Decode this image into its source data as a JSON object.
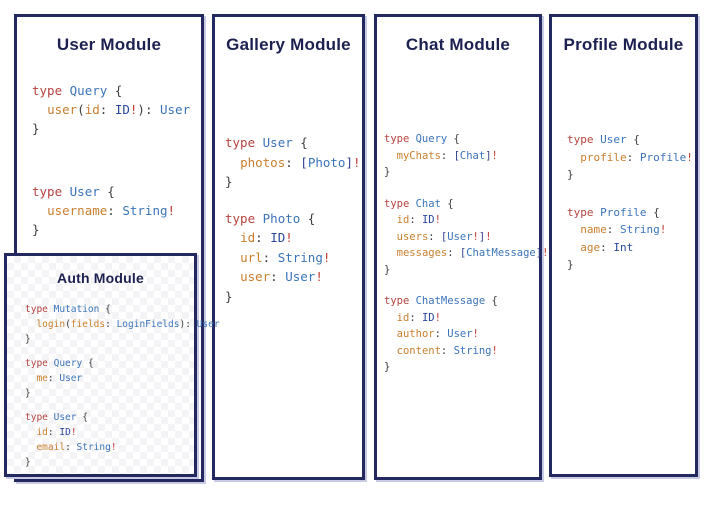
{
  "palette": {
    "kw": "#b5433e",
    "tn": "#3a74b9",
    "sc": "#28489e",
    "fd": "#c97f2e",
    "bg": "#c23b34",
    "pn": "#3d3d3d",
    "bk": "#32418c",
    "border": "#23285f",
    "title": "#1c2151",
    "shadow": "#c9cbe4",
    "canvas": "#ffffff"
  },
  "modules": {
    "user": {
      "title": "User Module",
      "blocks": [
        [
          [
            [
              "kw",
              "type "
            ],
            [
              "tn",
              "Query "
            ],
            [
              "pn",
              "{"
            ]
          ],
          [
            [
              "pn",
              "  "
            ],
            [
              "fd",
              "user"
            ],
            [
              "pn",
              "("
            ],
            [
              "fd",
              "id"
            ],
            [
              "pn",
              ": "
            ],
            [
              "sc",
              "ID"
            ],
            [
              "bg",
              "!"
            ],
            [
              "pn",
              "): "
            ],
            [
              "tn",
              "User"
            ]
          ],
          [
            [
              "pn",
              "}"
            ]
          ]
        ],
        [
          [
            [
              "kw",
              "type "
            ],
            [
              "tn",
              "User "
            ],
            [
              "pn",
              "{"
            ]
          ],
          [
            [
              "pn",
              "  "
            ],
            [
              "fd",
              "username"
            ],
            [
              "pn",
              ": "
            ],
            [
              "tn",
              "String"
            ],
            [
              "bg",
              "!"
            ]
          ],
          [
            [
              "pn",
              "}"
            ]
          ]
        ]
      ]
    },
    "auth": {
      "title": "Auth Module",
      "blocks": [
        [
          [
            [
              "kw",
              "type "
            ],
            [
              "tn",
              "Mutation "
            ],
            [
              "pn",
              "{"
            ]
          ],
          [
            [
              "pn",
              "  "
            ],
            [
              "fd",
              "login"
            ],
            [
              "pn",
              "("
            ],
            [
              "fd",
              "fields"
            ],
            [
              "pn",
              ": "
            ],
            [
              "tn",
              "LoginFields"
            ],
            [
              "pn",
              "): "
            ],
            [
              "tn",
              "User"
            ]
          ],
          [
            [
              "pn",
              "}"
            ]
          ]
        ],
        [
          [
            [
              "kw",
              "type "
            ],
            [
              "tn",
              "Query "
            ],
            [
              "pn",
              "{"
            ]
          ],
          [
            [
              "pn",
              "  "
            ],
            [
              "fd",
              "me"
            ],
            [
              "pn",
              ": "
            ],
            [
              "tn",
              "User"
            ]
          ],
          [
            [
              "pn",
              "}"
            ]
          ]
        ],
        [
          [
            [
              "kw",
              "type "
            ],
            [
              "tn",
              "User "
            ],
            [
              "pn",
              "{"
            ]
          ],
          [
            [
              "pn",
              "  "
            ],
            [
              "fd",
              "id"
            ],
            [
              "pn",
              ": "
            ],
            [
              "sc",
              "ID"
            ],
            [
              "bg",
              "!"
            ]
          ],
          [
            [
              "pn",
              "  "
            ],
            [
              "fd",
              "email"
            ],
            [
              "pn",
              ": "
            ],
            [
              "tn",
              "String"
            ],
            [
              "bg",
              "!"
            ]
          ],
          [
            [
              "pn",
              "}"
            ]
          ]
        ]
      ]
    },
    "gallery": {
      "title": "Gallery Module",
      "blocks": [
        [
          [
            [
              "kw",
              "type "
            ],
            [
              "tn",
              "User "
            ],
            [
              "pn",
              "{"
            ]
          ],
          [
            [
              "pn",
              "  "
            ],
            [
              "fd",
              "photos"
            ],
            [
              "pn",
              ": "
            ],
            [
              "bk",
              "["
            ],
            [
              "tn",
              "Photo"
            ],
            [
              "bk",
              "]"
            ],
            [
              "bg",
              "!"
            ]
          ],
          [
            [
              "pn",
              "}"
            ]
          ]
        ],
        [
          [
            [
              "kw",
              "type "
            ],
            [
              "tn",
              "Photo "
            ],
            [
              "pn",
              "{"
            ]
          ],
          [
            [
              "pn",
              "  "
            ],
            [
              "fd",
              "id"
            ],
            [
              "pn",
              ": "
            ],
            [
              "sc",
              "ID"
            ],
            [
              "bg",
              "!"
            ]
          ],
          [
            [
              "pn",
              "  "
            ],
            [
              "fd",
              "url"
            ],
            [
              "pn",
              ": "
            ],
            [
              "tn",
              "String"
            ],
            [
              "bg",
              "!"
            ]
          ],
          [
            [
              "pn",
              "  "
            ],
            [
              "fd",
              "user"
            ],
            [
              "pn",
              ": "
            ],
            [
              "tn",
              "User"
            ],
            [
              "bg",
              "!"
            ]
          ],
          [
            [
              "pn",
              "}"
            ]
          ]
        ]
      ]
    },
    "chat": {
      "title": "Chat Module",
      "blocks": [
        [
          [
            [
              "kw",
              "type "
            ],
            [
              "tn",
              "Query "
            ],
            [
              "pn",
              "{"
            ]
          ],
          [
            [
              "pn",
              "  "
            ],
            [
              "fd",
              "myChats"
            ],
            [
              "pn",
              ": "
            ],
            [
              "bk",
              "["
            ],
            [
              "tn",
              "Chat"
            ],
            [
              "bk",
              "]"
            ],
            [
              "bg",
              "!"
            ]
          ],
          [
            [
              "pn",
              "}"
            ]
          ]
        ],
        [
          [
            [
              "kw",
              "type "
            ],
            [
              "tn",
              "Chat "
            ],
            [
              "pn",
              "{"
            ]
          ],
          [
            [
              "pn",
              "  "
            ],
            [
              "fd",
              "id"
            ],
            [
              "pn",
              ": "
            ],
            [
              "sc",
              "ID"
            ],
            [
              "bg",
              "!"
            ]
          ],
          [
            [
              "pn",
              "  "
            ],
            [
              "fd",
              "users"
            ],
            [
              "pn",
              ": "
            ],
            [
              "bk",
              "["
            ],
            [
              "tn",
              "User"
            ],
            [
              "bg",
              "!"
            ],
            [
              "bk",
              "]"
            ],
            [
              "bg",
              "!"
            ]
          ],
          [
            [
              "pn",
              "  "
            ],
            [
              "fd",
              "messages"
            ],
            [
              "pn",
              ": "
            ],
            [
              "bk",
              "["
            ],
            [
              "tn",
              "ChatMessage"
            ],
            [
              "bk",
              "]"
            ],
            [
              "bg",
              "!"
            ]
          ],
          [
            [
              "pn",
              "}"
            ]
          ]
        ],
        [
          [
            [
              "kw",
              "type "
            ],
            [
              "tn",
              "ChatMessage "
            ],
            [
              "pn",
              "{"
            ]
          ],
          [
            [
              "pn",
              "  "
            ],
            [
              "fd",
              "id"
            ],
            [
              "pn",
              ": "
            ],
            [
              "sc",
              "ID"
            ],
            [
              "bg",
              "!"
            ]
          ],
          [
            [
              "pn",
              "  "
            ],
            [
              "fd",
              "author"
            ],
            [
              "pn",
              ": "
            ],
            [
              "tn",
              "User"
            ],
            [
              "bg",
              "!"
            ]
          ],
          [
            [
              "pn",
              "  "
            ],
            [
              "fd",
              "content"
            ],
            [
              "pn",
              ": "
            ],
            [
              "tn",
              "String"
            ],
            [
              "bg",
              "!"
            ]
          ],
          [
            [
              "pn",
              "}"
            ]
          ]
        ]
      ]
    },
    "profile": {
      "title": "Profile Module",
      "blocks": [
        [
          [
            [
              "kw",
              "type "
            ],
            [
              "tn",
              "User "
            ],
            [
              "pn",
              "{"
            ]
          ],
          [
            [
              "pn",
              "  "
            ],
            [
              "fd",
              "profile"
            ],
            [
              "pn",
              ": "
            ],
            [
              "tn",
              "Profile"
            ],
            [
              "bg",
              "!"
            ]
          ],
          [
            [
              "pn",
              "}"
            ]
          ]
        ],
        [
          [
            [
              "kw",
              "type "
            ],
            [
              "tn",
              "Profile "
            ],
            [
              "pn",
              "{"
            ]
          ],
          [
            [
              "pn",
              "  "
            ],
            [
              "fd",
              "name"
            ],
            [
              "pn",
              ": "
            ],
            [
              "tn",
              "String"
            ],
            [
              "bg",
              "!"
            ]
          ],
          [
            [
              "pn",
              "  "
            ],
            [
              "fd",
              "age"
            ],
            [
              "pn",
              ": "
            ],
            [
              "sc",
              "Int"
            ]
          ],
          [
            [
              "pn",
              "}"
            ]
          ]
        ]
      ]
    }
  }
}
